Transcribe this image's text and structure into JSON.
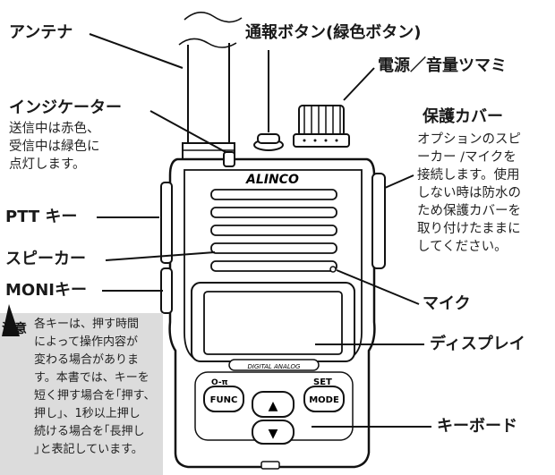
{
  "labels": {
    "antenna": "アンテナ",
    "emergency_button": "通報ボタン(緑色ボタン)",
    "power_volume_knob": "電源／音量ツマミ",
    "indicator": "インジケーター",
    "indicator_desc": "送信中は赤色、\n受信中は緑色に\n点灯します。",
    "protective_cover": "保護カバー",
    "protective_cover_desc": "オプションのスピ\nーカー /マイクを\n接続します。使用\nしない時は防水の\nため保護カバーを\n取り付けたままに\nしてください。",
    "ptt_key": "PTT キー",
    "speaker": "スピーカー",
    "moni_key": "MONIキー",
    "mic": "マイク",
    "display": "ディスプレイ",
    "keyboard": "キーボード"
  },
  "note": {
    "tag": "注意",
    "text": "各キーは、押す時間\nによって操作内容が\n変わる場合がありま\nす。本書では、キーを\n短く押す場合を｢押す、\n押し｣、1秒以上押し\n続ける場合を｢長押し\n｣と表記しています。"
  },
  "device": {
    "brand": "ALINCO",
    "mode_band": "DIGITAL ANALOG",
    "keys": {
      "func": "FUNC",
      "mode": "MODE",
      "set": "SET",
      "lock_glyph": "O-π",
      "up": "▲",
      "down": "▼"
    }
  }
}
